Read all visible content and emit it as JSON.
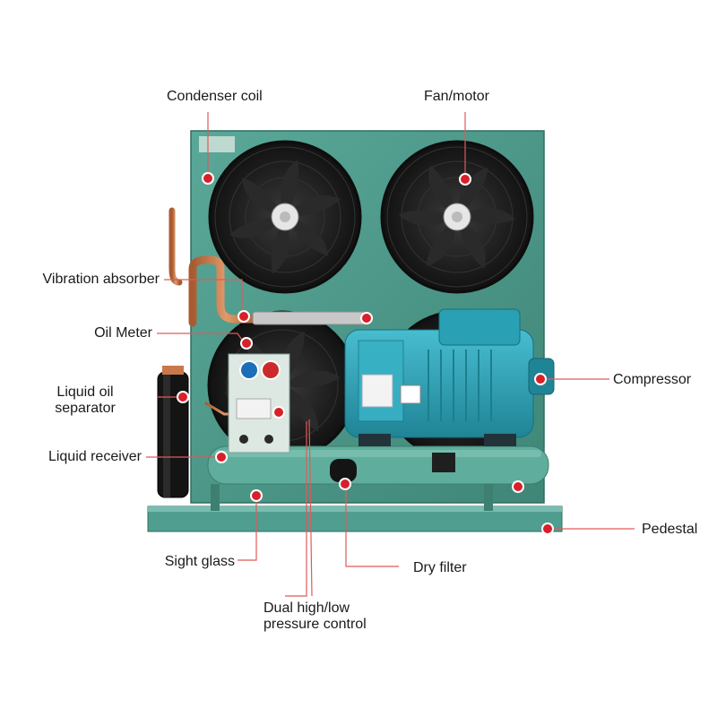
{
  "labels": {
    "condenser_coil": "Condenser coil",
    "fan_motor": "Fan/motor",
    "vibration_absorber": "Vibration absorber",
    "oil_meter": "Oil Meter",
    "liquid_oil_separator_line1": "Liquid oil",
    "liquid_oil_separator_line2": "separator",
    "liquid_receiver": "Liquid receiver",
    "compressor": "Compressor",
    "pedestal": "Pedestal",
    "sight_glass": "Sight glass",
    "dry_filter": "Dry filter",
    "dual_pressure_line1": "Dual high/low",
    "dual_pressure_line2": "pressure control"
  },
  "colors": {
    "panel_green": "#4e9a8b",
    "compressor_teal": "#2fa5b8",
    "copper": "#c9784a",
    "callout_red": "#d8202a",
    "leader_line": "#e05a5a",
    "fan_black": "#1b1b1b"
  },
  "icons": {
    "callout": "red-dot-marker",
    "fan": "axial-fan-icon"
  }
}
